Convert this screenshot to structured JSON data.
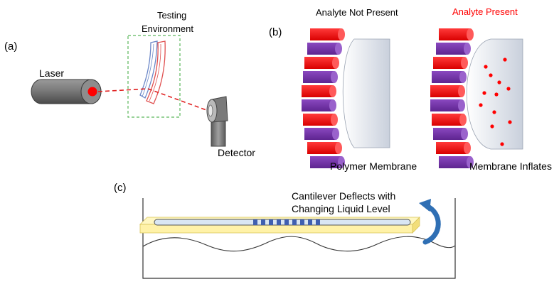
{
  "panels": {
    "a": {
      "label": "(a)",
      "laser_label": "Laser",
      "environment_label_line1": "Testing",
      "environment_label_line2": "Environment",
      "detector_label": "Detector"
    },
    "b": {
      "label": "(b)",
      "state_absent_label": "Analyte Not Present",
      "state_present_label": "Analyte Present",
      "membrane_label": "Polymer Membrane",
      "inflated_label": "Membrane Inflates"
    },
    "c": {
      "label": "(c)",
      "cantilever_label_line1": "Cantilever Deflects with",
      "cantilever_label_line2": "Changing Liquid Level"
    }
  },
  "colors": {
    "laser_dot": "#ff0000",
    "beam": "#e02020",
    "environment_box": "#5cb85c",
    "rod_red": "#ff0000",
    "rod_purple": "#7030a0",
    "membrane": "#dde3ee",
    "analyte": "#ff0000",
    "present_text": "#ff0000",
    "cantilever": "#d9e6f3",
    "cantilever_base": "#fff2a8",
    "arrow": "#2f6fb4"
  },
  "icons": [
    "laser-icon",
    "detector-icon",
    "curved-arrow-icon"
  ]
}
